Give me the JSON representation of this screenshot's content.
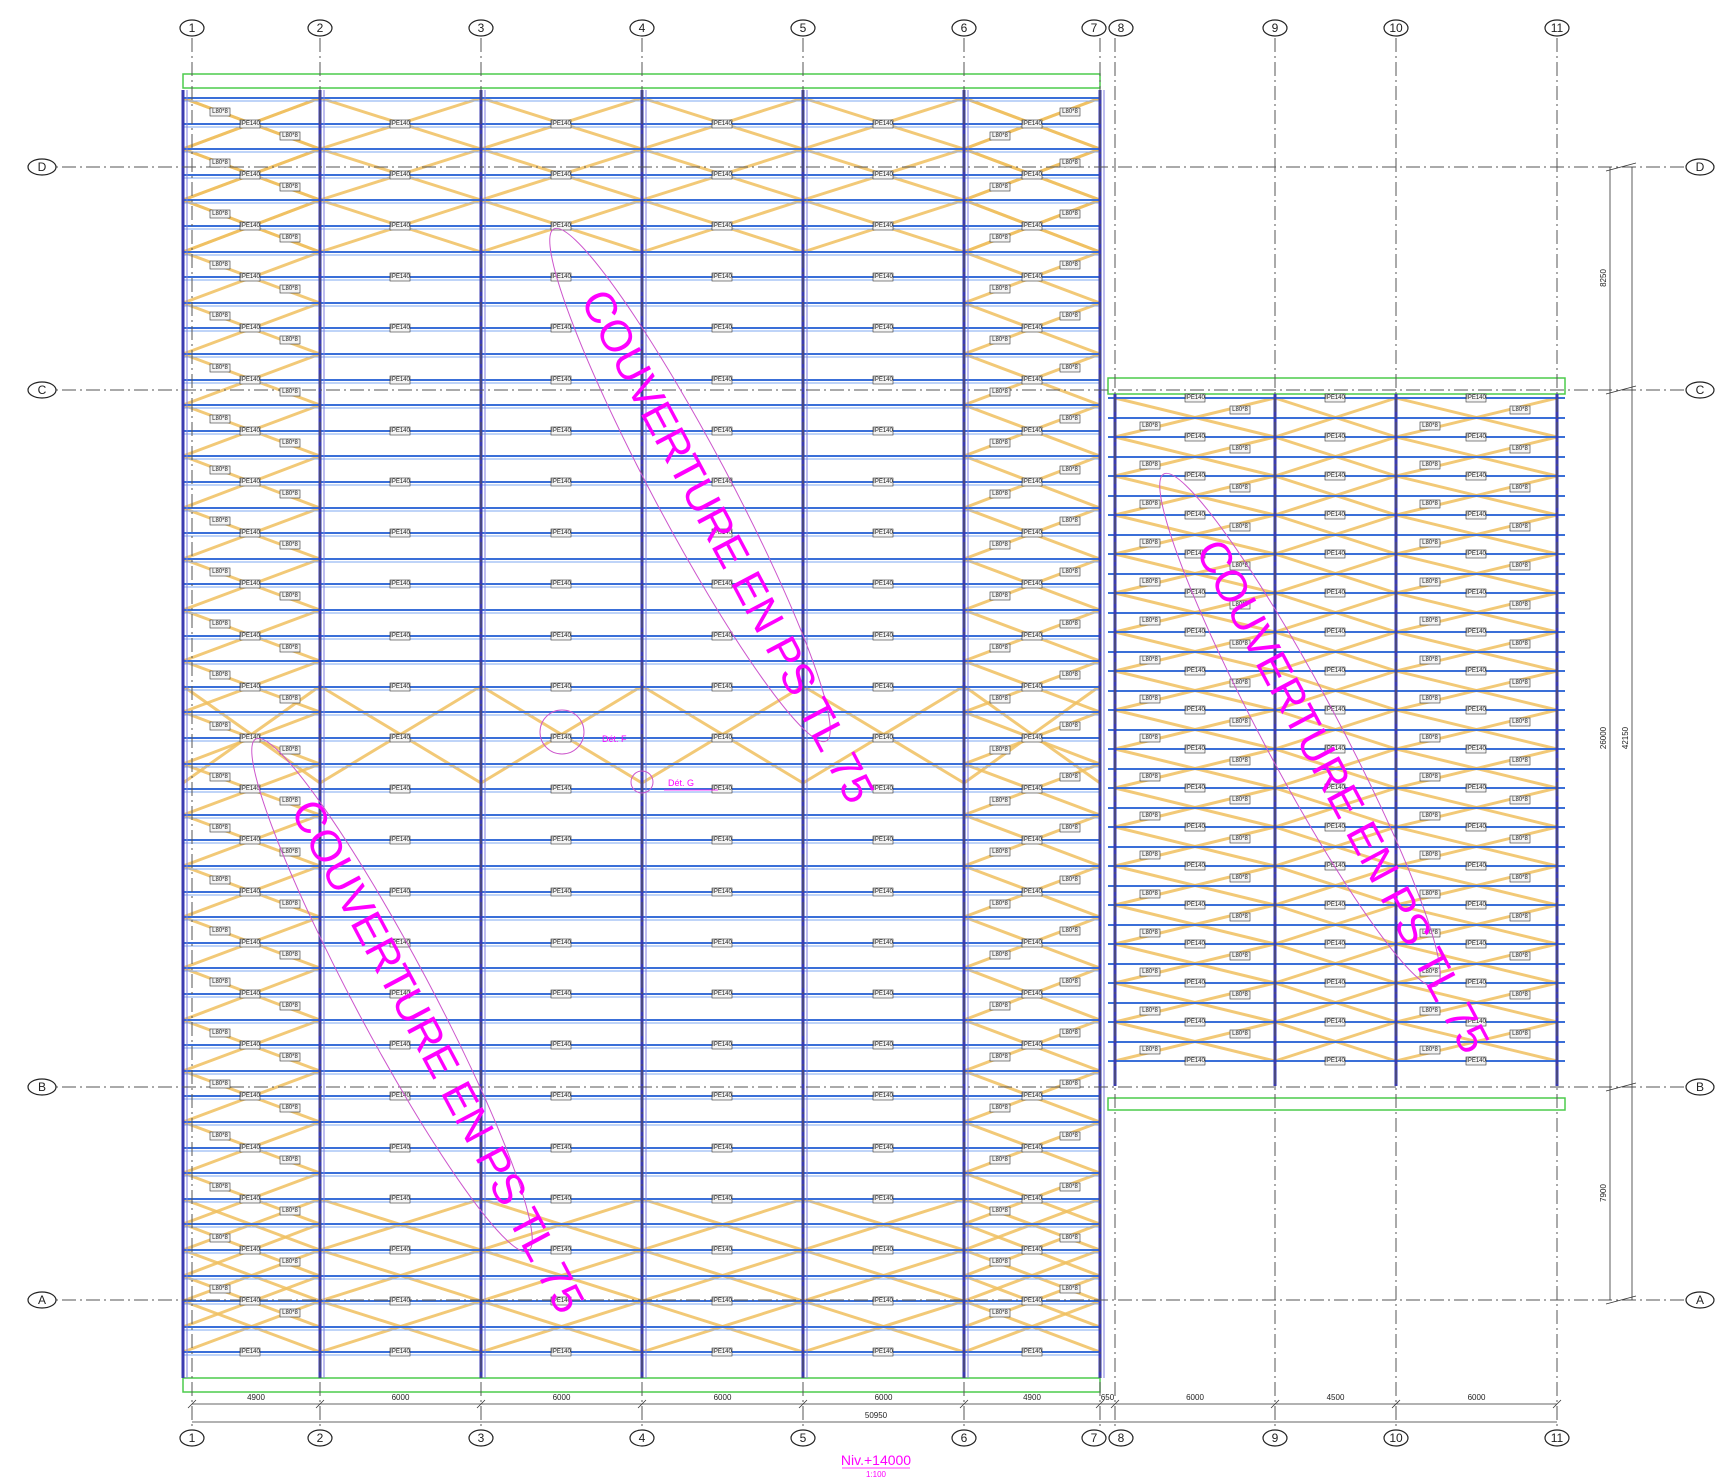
{
  "grid": {
    "column_labels": [
      "1",
      "2",
      "3",
      "4",
      "5",
      "6",
      "7",
      "8",
      "9",
      "10",
      "11"
    ],
    "row_labels": [
      "D",
      "C",
      "B",
      "A"
    ]
  },
  "dimensions": {
    "bottom_spans": [
      "4900",
      "6000",
      "6000",
      "6000",
      "6000",
      "4900",
      "650",
      "6000",
      "4500",
      "6000"
    ],
    "overall": "50950",
    "right_side": [
      "8250",
      "26000",
      "42150",
      "7900"
    ]
  },
  "labels": {
    "purlin_tag": "IPE140",
    "brace_tag": "L80*8",
    "roof_note": "COUVERTURE EN  PS TL 75",
    "detail_a": "Dét. F",
    "detail_g": "Dét. G"
  },
  "footer": {
    "level": "Niv.+14000",
    "scale": "1:100"
  },
  "colors": {
    "purlin": "#3a6fd8",
    "column": "#3b3bb0",
    "bracing": "#f0c060",
    "edge": "#4ccc4c",
    "annotation": "#ff00ff"
  }
}
